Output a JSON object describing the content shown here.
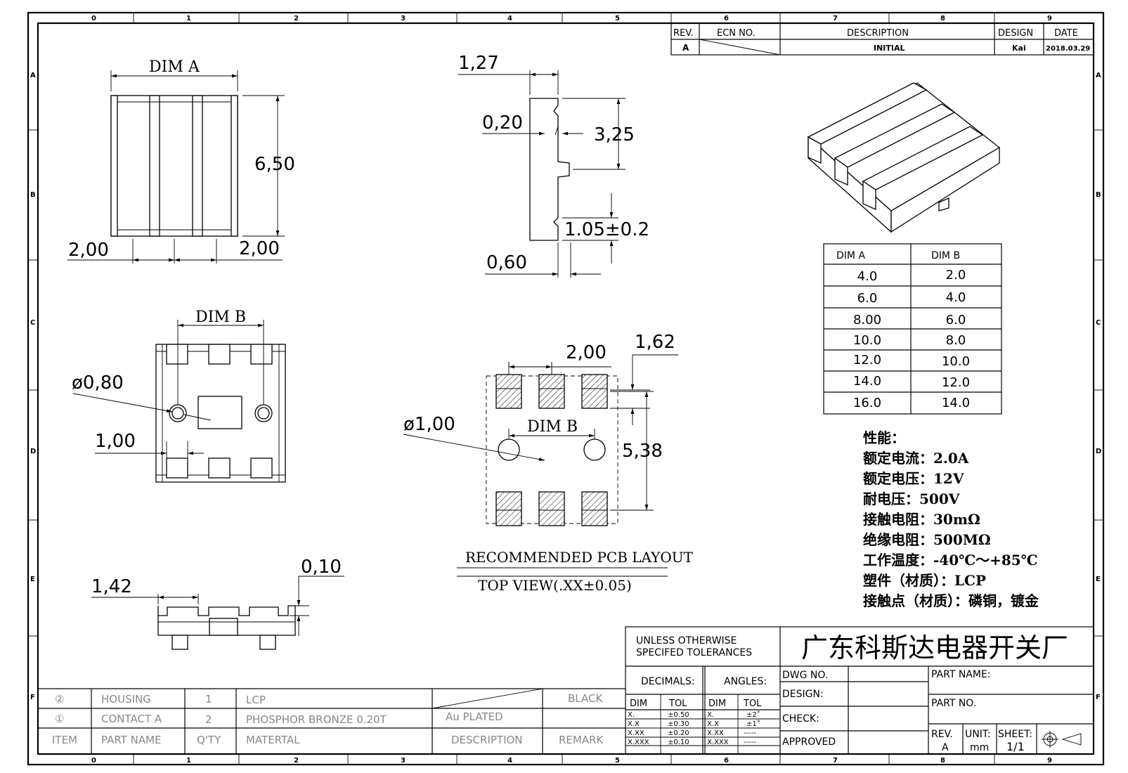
{
  "title_block": {
    "rev_header": "REV.",
    "ecn_header": "ECN  NO.",
    "description_header": "DESCRIPTION",
    "design_header": "DESIGN",
    "date_header": "DATE",
    "rev": "A",
    "description": "INITIAL",
    "design": "Kai",
    "date": "2018.03.29",
    "company": "广东科斯达电器开关厂",
    "tolerance_note_line1": "UNLESS  OTHERWISE",
    "tolerance_note_line2": "SPECIFED  TOLERANCES",
    "decimals": "DECIMALS:",
    "angles": "ANGLES:",
    "dim": "DIM",
    "tol": "TOL",
    "decimal_rows": [
      {
        "dim": "X.",
        "tol": "±0.50",
        "adim": "X.",
        "atol": "±2˚"
      },
      {
        "dim": "X.X",
        "tol": "±0.30",
        "adim": "X.X",
        "atol": "±1˚"
      },
      {
        "dim": "X.XX",
        "tol": "±0.20",
        "adim": "X.XX",
        "atol": "-----"
      },
      {
        "dim": "X.XXX",
        "tol": "±0.10",
        "adim": "X.XXX",
        "atol": "-----"
      }
    ],
    "dwg_no": "DWG  NO.",
    "design_label": "DESIGN:",
    "check": "CHECK:",
    "approved": "APPROVED",
    "part_name": "PART  NAME:",
    "part_no": "PART  NO.",
    "rev_label": "REV.",
    "rev_value": "A",
    "unit_label": "UNIT:",
    "unit_value": "mm",
    "sheet_label": "SHEET:",
    "sheet_value": "1/1"
  },
  "border": {
    "columns": [
      "0",
      "1",
      "2",
      "3",
      "4",
      "5",
      "6",
      "7",
      "8",
      "9"
    ],
    "rows": [
      "A",
      "B",
      "C",
      "D",
      "E",
      "F"
    ]
  },
  "bom": {
    "rows": [
      {
        "item": "②",
        "name": "HOUSING",
        "qty": "1",
        "material": "LCP",
        "description": "",
        "remark": "BLACK"
      },
      {
        "item": "①",
        "name": "CONTACT  A",
        "qty": "2",
        "material": "PHOSPHOR  BRONZE  0.20T",
        "description": "Au  PLATED",
        "remark": ""
      }
    ],
    "header": {
      "item": "ITEM",
      "name": "PART  NAME",
      "qty": "Q'TY",
      "material": "MATERTAL",
      "description": "DESCRIPTION",
      "remark": "REMARK"
    }
  },
  "dimensions": {
    "dim_a": "DIM  A",
    "dim_b": "DIM  B",
    "d_650": "6,50",
    "d_200_left": "2,00",
    "d_200_right": "2,00",
    "d_127": "1,27",
    "d_020": "0,20",
    "d_325": "3,25",
    "d_105": "1.05±0.2",
    "d_060": "0,60",
    "d_080": "ø0,80",
    "d_100": "1,00",
    "d_142": "1,42",
    "d_010": "0,10",
    "pcb_200": "2,00",
    "pcb_162": "1,62",
    "pcb_hole": "ø1,00",
    "pcb_538": "5,38",
    "pcb_title": "RECOMMENDED  PCB  LAYOUT",
    "pcb_subtitle": "TOP  VIEW(.XX±0.05)"
  },
  "dim_table": {
    "headers": [
      "DIM  A",
      "DIM  B"
    ],
    "rows": [
      [
        "4.0",
        "2.0"
      ],
      [
        "6.0",
        "4.0"
      ],
      [
        "8.00",
        "6.0"
      ],
      [
        "10.0",
        "8.0"
      ],
      [
        "12.0",
        "10.0"
      ],
      [
        "14.0",
        "12.0"
      ],
      [
        "16.0",
        "14.0"
      ]
    ]
  },
  "specs": {
    "heading": "性能：",
    "lines": [
      "额定电流：2.0A",
      "额定电压：12V",
      "耐电压：500V",
      "接触电阻：30mΩ",
      "绝缘电阻：500MΩ",
      "工作温度：-40℃～+85℃",
      "塑件（材质）：LCP",
      "接触点（材质）：磷铜，镀金"
    ]
  }
}
